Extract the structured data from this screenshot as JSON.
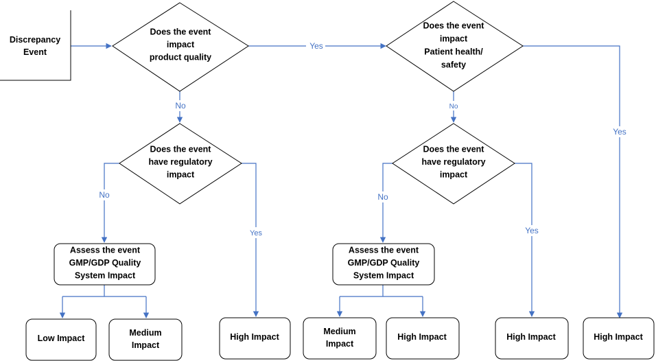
{
  "colors": {
    "connector": "#4472C4",
    "shape_border": "#000000",
    "label_text": "#4472C4"
  },
  "nodes": {
    "discrepancy_event": [
      "Discrepancy",
      "Event"
    ],
    "q_product_quality": [
      "Does the event",
      "impact",
      "product quality"
    ],
    "q_patient_safety": [
      "Does the event",
      "impact",
      "Patient health/",
      "safety"
    ],
    "q_regulatory_left": [
      "Does the event",
      "have regulatory",
      "impact"
    ],
    "q_regulatory_right": [
      "Does the event",
      "have regulatory",
      "impact"
    ],
    "assess_left": [
      "Assess the event",
      "GMP/GDP Quality",
      "System Impact"
    ],
    "assess_right": [
      "Assess the event",
      "GMP/GDP Quality",
      "System Impact"
    ],
    "low_impact_1": [
      "Low Impact"
    ],
    "medium_impact_1": [
      "Medium",
      "Impact"
    ],
    "high_impact_1": [
      "High Impact"
    ],
    "medium_impact_2": [
      "Medium",
      "Impact"
    ],
    "high_impact_2": [
      "High Impact"
    ],
    "high_impact_3": [
      "High Impact"
    ],
    "high_impact_4": [
      "High Impact"
    ]
  },
  "edge_labels": {
    "yes_quality_to_safety": "Yes",
    "no_quality_to_regulatory": "No",
    "no_safety_to_regulatory": "No",
    "yes_safety_to_high": "Yes",
    "no_regulatory_left_to_assess": "No",
    "yes_regulatory_left_to_high": "Yes",
    "no_regulatory_right_to_assess": "No",
    "yes_regulatory_right_to_high": "Yes"
  }
}
